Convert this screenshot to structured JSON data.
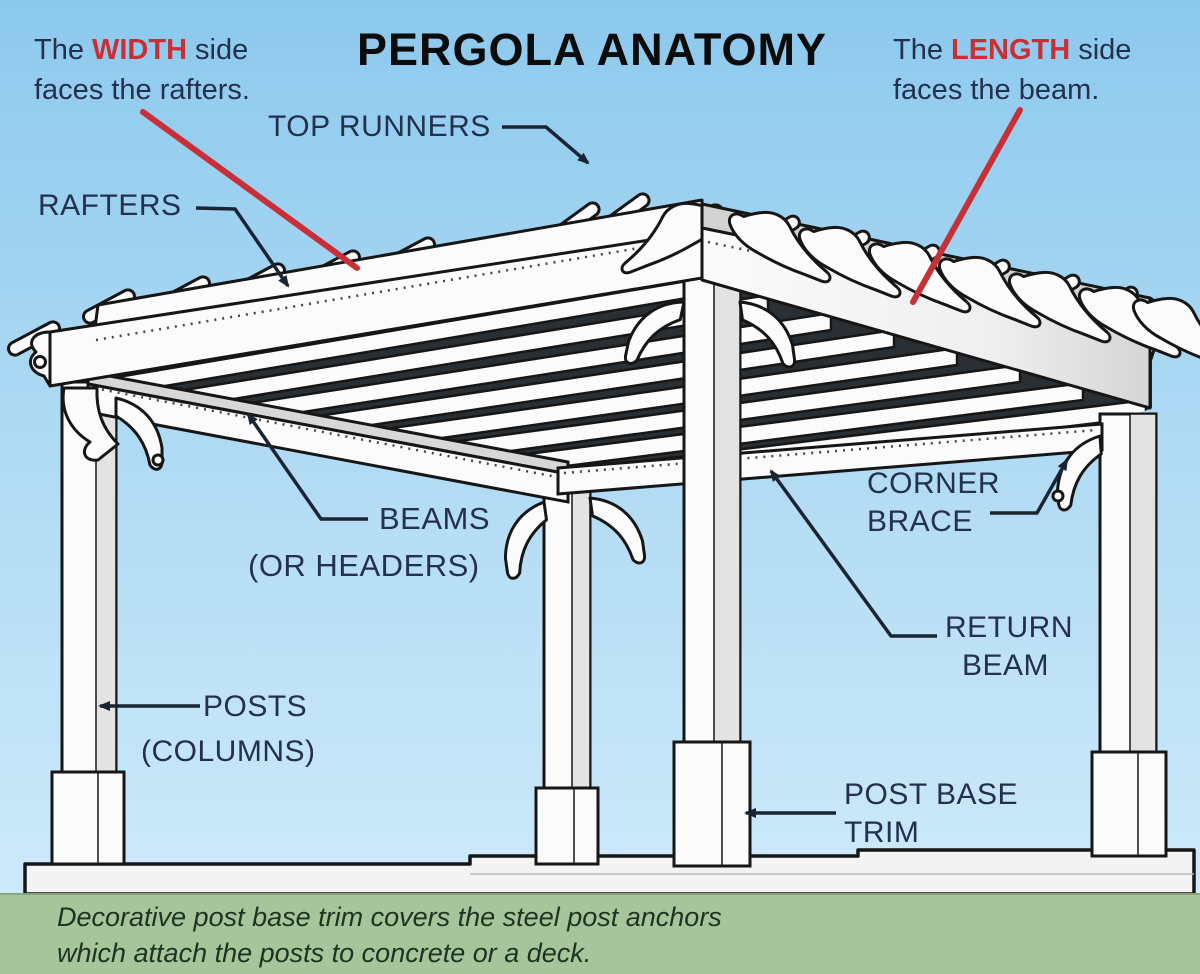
{
  "title": "PERGOLA ANATOMY",
  "notes": {
    "width": {
      "pre": "The",
      "em": "WIDTH",
      "post": "side",
      "line2": "faces the rafters."
    },
    "length": {
      "pre": "The",
      "em": "LENGTH",
      "post": "side",
      "line2": "faces the beam."
    }
  },
  "labels": {
    "top_runners": {
      "l1": "TOP RUNNERS"
    },
    "rafters": {
      "l1": "RAFTERS"
    },
    "beams": {
      "l1": "BEAMS",
      "l2": "(OR HEADERS)"
    },
    "corner_brace": {
      "l1": "CORNER",
      "l2": "BRACE"
    },
    "return_beam": {
      "l1": "RETURN",
      "l2": "BEAM"
    },
    "posts": {
      "l1": "POSTS",
      "l2": "(COLUMNS)"
    },
    "post_base_trim": {
      "l1": "POST BASE",
      "l2": "TRIM"
    }
  },
  "caption": {
    "line1": "Decorative post base trim covers the steel post anchors",
    "line2": "which attach the posts to concrete or a deck."
  },
  "colors": {
    "sky_top": "#8cc9ed",
    "sky_mid": "#b3dcf4",
    "sky_bottom": "#cdeafa",
    "ground": "#a7c59a",
    "accent_red": "#c92f36",
    "label": "#23304e",
    "title": "#0c0c0c",
    "caption": "#1e3321",
    "wood_fill": "#fbfbfb",
    "wood_shade": "#d8d8d8"
  }
}
